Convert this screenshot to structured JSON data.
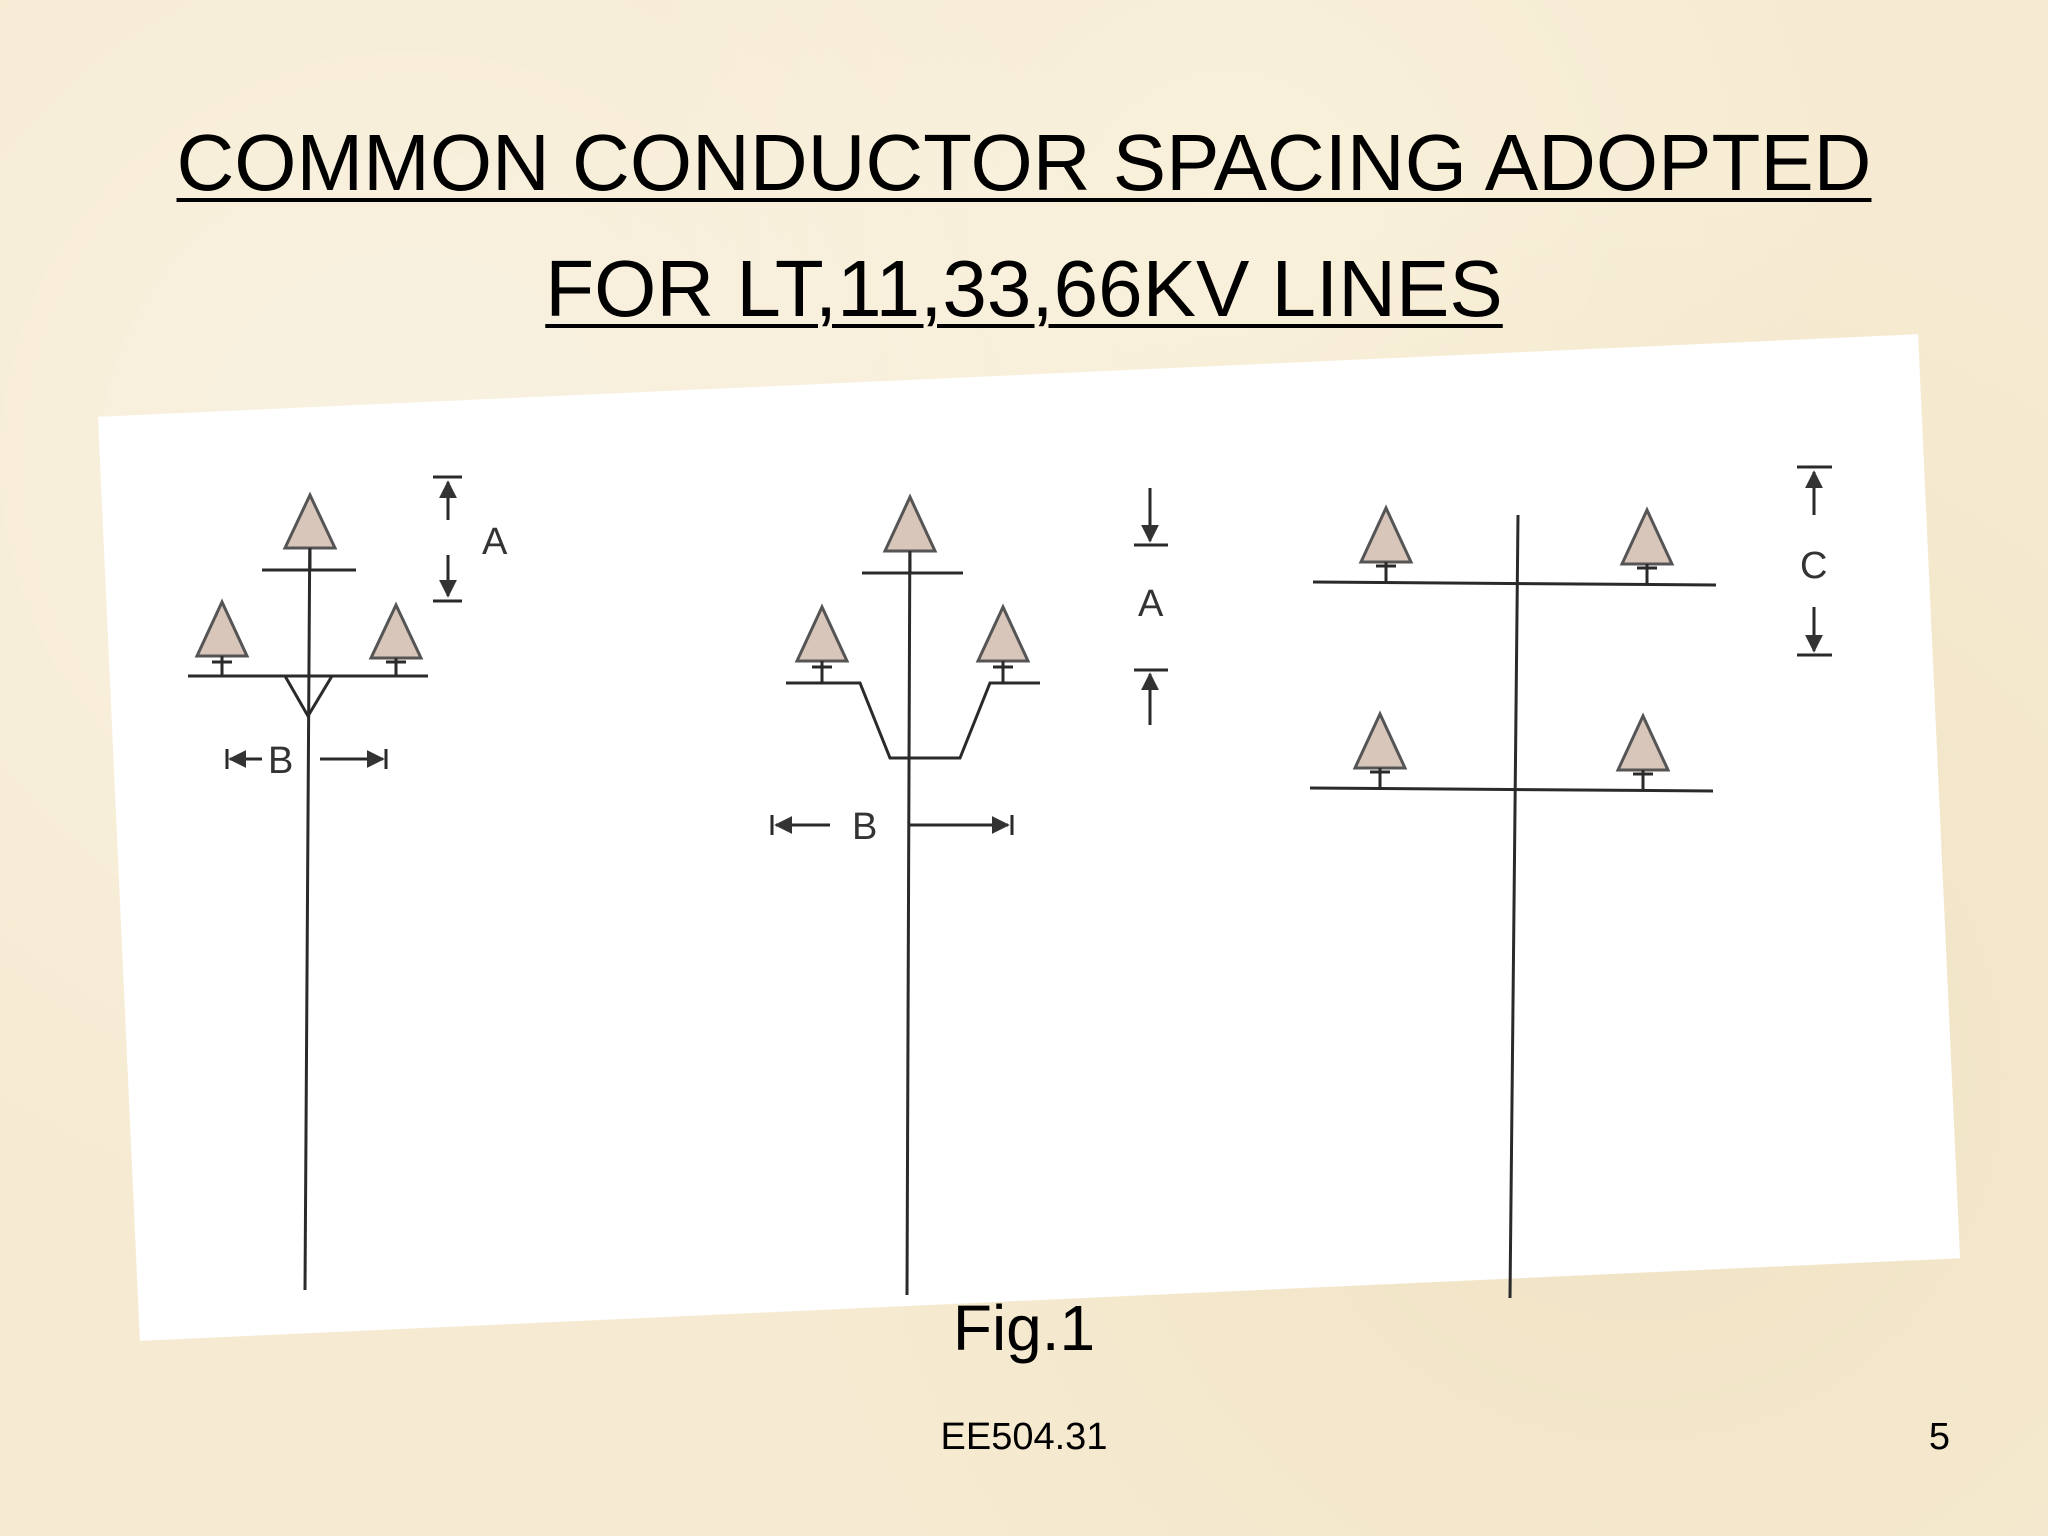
{
  "slide": {
    "title_line1": "COMMON CONDUCTOR SPACING ADOPTED",
    "title_line2": "FOR LT,11,33,66KV LINES",
    "caption": "Fig.1",
    "footer": "EE504.31",
    "page_number": "5"
  },
  "diagram": {
    "labels": {
      "fig1_a": "A",
      "fig1_b": "B",
      "fig2_a": "A",
      "fig2_b": "B",
      "fig3_c": "C"
    },
    "colors": {
      "line": "#2a2a2a",
      "insulator_fill": "#d9c6bb",
      "insulator_stroke": "#555555"
    }
  }
}
